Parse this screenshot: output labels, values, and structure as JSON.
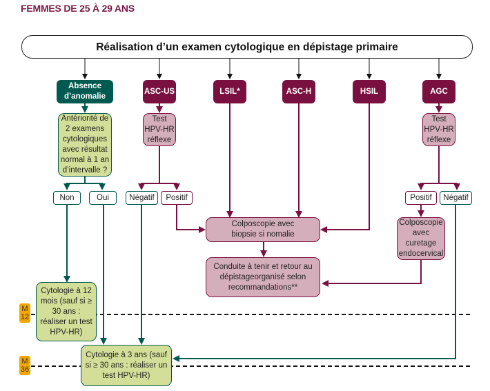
{
  "title": "FEMMES DE 25 À 29 ANS",
  "top_box": "Réalisation d’un examen cytologique en dépistage primaire",
  "categories": {
    "absence": "Absence d’anomalie",
    "ascus": "ASC-US",
    "lsil": "LSIL*",
    "asch": "ASC-H",
    "hsil": "HSIL",
    "agc": "AGC"
  },
  "anteriorite": "Antériorité de 2 examens cytologiques avec résultat normal à 1 an d’intervalle ?",
  "non": "Non",
  "oui": "Oui",
  "test_hpv_ascus": "Test HPV-HR réflexe",
  "test_hpv_agc": "Test HPV-HR réflexe",
  "negatif_ascus": "Négatif",
  "positif_ascus": "Positif",
  "positif_agc": "Positif",
  "negatif_agc": "Négatif",
  "colposcopie_biopsie": "Colposcopie avec biopsie si nomalie",
  "colposcopie_curetage": "Colposcopie avec curetage endocervical",
  "conduite": "Conduite à tenir et retour au dépistageorganisé selon recommandations**",
  "cytologie_12": "Cytologie à 12 mois (sauf si ≥ 30 ans : réaliser un test HPV-HR)",
  "cytologie_3ans": "Cytologie à 3 ans (sauf si ≥ 30 ans : réaliser un test HPV-HR)",
  "markers": {
    "m12": "M 12",
    "m36": "M 36"
  },
  "colors": {
    "green": "#005a50",
    "burgundy": "#7a1040",
    "pink": "#d4aeba",
    "lime": "#d3df98",
    "marker": "#f4a600"
  }
}
